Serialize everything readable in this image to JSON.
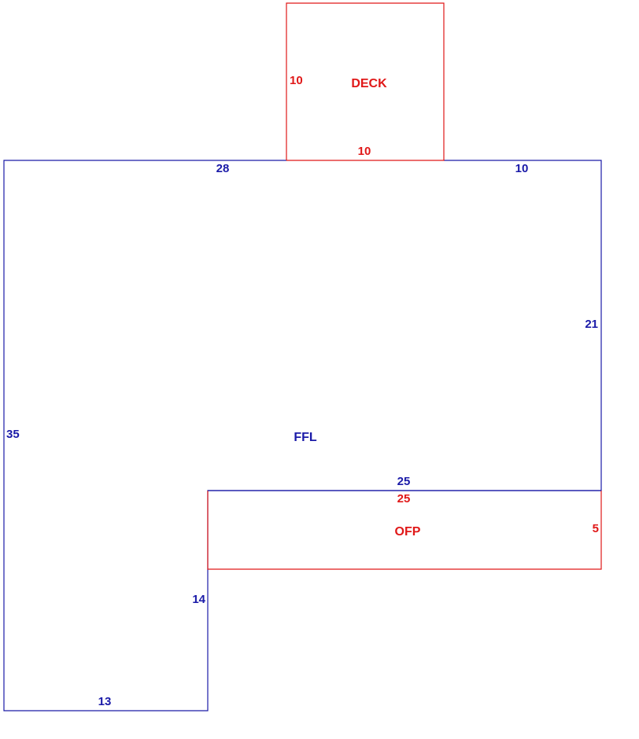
{
  "colors": {
    "main_area": "#1a1aa8",
    "attached_area": "#e01818",
    "background": "#ffffff"
  },
  "areas": {
    "deck": {
      "name": "DECK",
      "side_left": "10",
      "side_bottom": "10"
    },
    "main": {
      "name": "FFL",
      "side_top_left": "28",
      "side_top_right": "10",
      "side_right": "21",
      "side_left": "35",
      "side_inner_top": "25",
      "side_inner_left": "14",
      "side_bottom": "13"
    },
    "porch": {
      "name": "OFP",
      "side_top": "25",
      "side_right": "5"
    }
  }
}
